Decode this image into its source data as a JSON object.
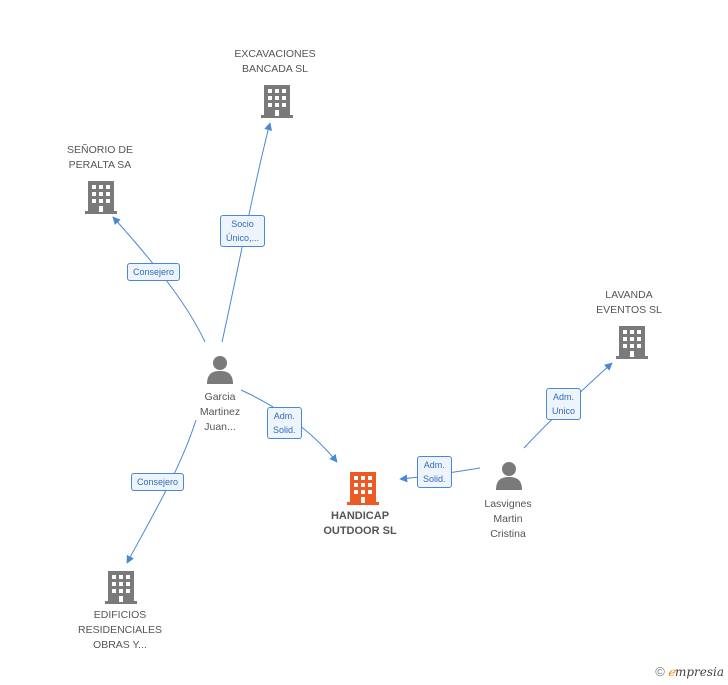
{
  "nodes": {
    "excavaciones": {
      "line1": "EXCAVACIONES",
      "line2": "BANCADA SL"
    },
    "senorio": {
      "line1": "SEÑORIO DE",
      "line2": "PERALTA SA"
    },
    "lavanda": {
      "line1": "LAVANDA",
      "line2": "EVENTOS SL"
    },
    "handicap": {
      "line1": "HANDICAP",
      "line2": "OUTDOOR SL"
    },
    "edificios": {
      "line1": "EDIFICIOS",
      "line2": "RESIDENCIALES",
      "line3": "OBRAS Y..."
    },
    "garcia": {
      "line1": "Garcia",
      "line2": "Martinez",
      "line3": "Juan..."
    },
    "lasvignes": {
      "line1": "Lasvignes",
      "line2": "Martin",
      "line3": "Cristina"
    }
  },
  "edges": {
    "consejero_senorio": {
      "line1": "Consejero"
    },
    "socio_excavaciones": {
      "line1": "Socio",
      "line2": "Único,..."
    },
    "adm_solid_garcia": {
      "line1": "Adm.",
      "line2": "Solid."
    },
    "consejero_edificios": {
      "line1": "Consejero"
    },
    "adm_solid_lasvignes": {
      "line1": "Adm.",
      "line2": "Solid."
    },
    "adm_unico_lavanda": {
      "line1": "Adm.",
      "line2": "Unico"
    }
  },
  "brand": {
    "copyright": "©",
    "e": "ℯ",
    "word": "mpresia"
  },
  "colors": {
    "company": "#7a7a7a",
    "focus": "#ee5a24",
    "person": "#7a7a7a",
    "edge": "#4a88d6"
  }
}
